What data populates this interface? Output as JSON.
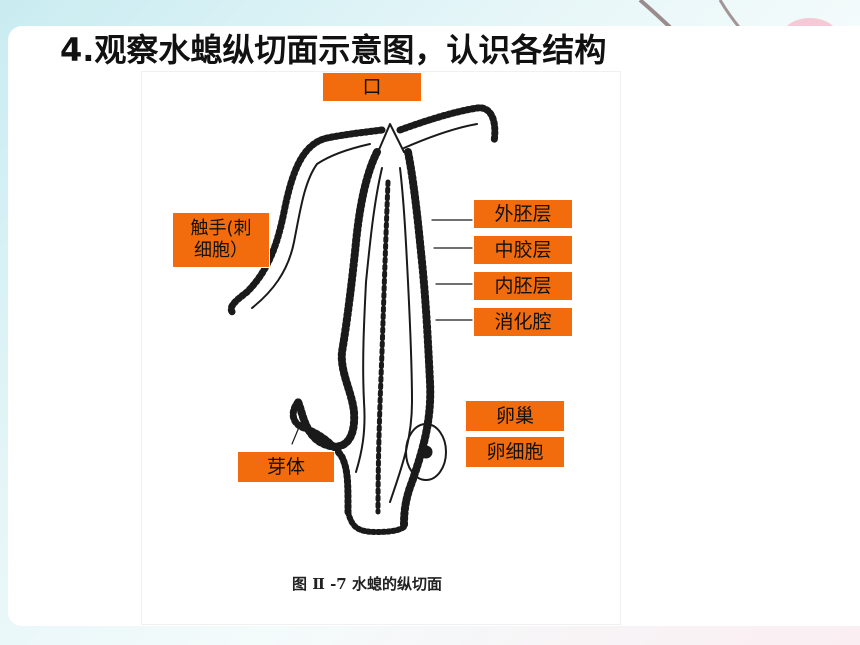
{
  "slide": {
    "title": "4.观察水螅纵切面示意图，认识各结构"
  },
  "figure": {
    "caption": "图 Ⅱ -7   水螅的纵切面"
  },
  "labels": {
    "mouth": "口",
    "tentacle": "触手(刺\n细胞）",
    "ectoderm": "外胚层",
    "mesoglea": "中胶层",
    "endoderm": "内胚层",
    "gastric_cavity": "消化腔",
    "ovary": "卵巢",
    "egg_cell": "卵细胞",
    "bud": "芽体"
  },
  "colors": {
    "label_fill": "#f26c0d",
    "title_text": "#111111"
  }
}
